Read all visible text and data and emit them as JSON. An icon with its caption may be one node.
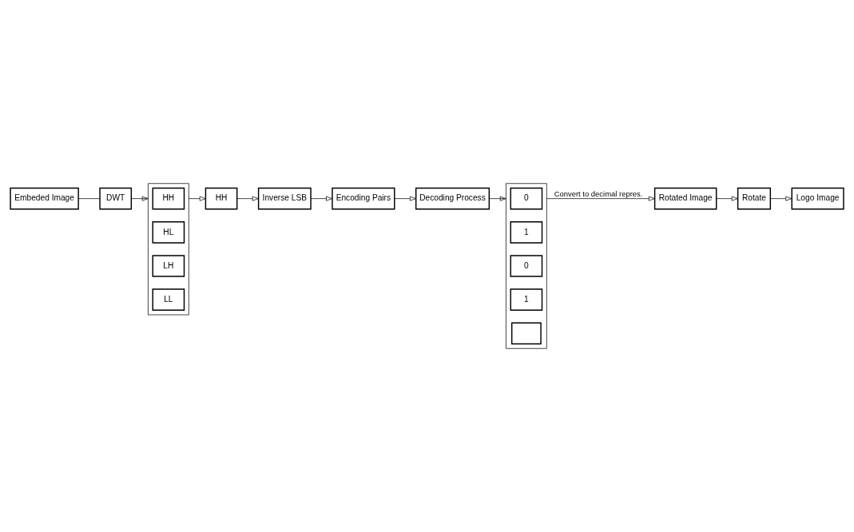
{
  "diagram": {
    "nodes": [
      {
        "text": [
          "Embeded Image"
        ]
      },
      {
        "text": [
          "DWT"
        ]
      },
      {
        "text": [],
        "shape": "box"
      },
      {
        "text": [
          "HH"
        ],
        "in": 2
      },
      {
        "text": [
          "HL"
        ],
        "in": 2
      },
      {
        "text": [
          "LH"
        ],
        "in": 2
      },
      {
        "text": [
          "LL"
        ],
        "in": 2
      },
      {
        "text": [
          "HH"
        ]
      },
      {
        "text": [
          "Inverse LSB"
        ]
      },
      {
        "text": [
          "Encoding Pairs"
        ]
      },
      {
        "text": [
          "Decoding Process"
        ]
      },
      {
        "text": [],
        "shape": "box"
      },
      {
        "text": [
          "0"
        ],
        "in": 11
      },
      {
        "text": [
          "1"
        ],
        "in": 11
      },
      {
        "text": [
          "0"
        ],
        "in": 11
      },
      {
        "text": [
          "1"
        ],
        "in": 11
      },
      {
        "text": [],
        "shape": "box",
        "in": 11
      },
      {
        "text": [
          "Rotated Image"
        ]
      },
      {
        "text": [
          "Rotate"
        ]
      },
      {
        "text": [
          "Logo Image"
        ]
      }
    ],
    "edges": [
      {
        "from": 0,
        "to": 1,
        "arrow": "none"
      },
      {
        "from": 1,
        "to": 2,
        "arrow": "to"
      },
      {
        "from": 2,
        "to": 7,
        "arrow": "to"
      },
      {
        "from": 7,
        "to": 8,
        "arrow": "to"
      },
      {
        "from": 8,
        "to": 9,
        "arrow": "to"
      },
      {
        "from": 9,
        "to": 10,
        "arrow": "to"
      },
      {
        "from": 10,
        "to": 11,
        "arrow": "to"
      },
      {
        "from": 11,
        "to": 17,
        "arrow": "to",
        "label": "Convert to decimal repres."
      },
      {
        "from": 17,
        "to": 18,
        "arrow": "to"
      },
      {
        "from": 18,
        "to": 19,
        "arrow": "to"
      }
    ]
  }
}
